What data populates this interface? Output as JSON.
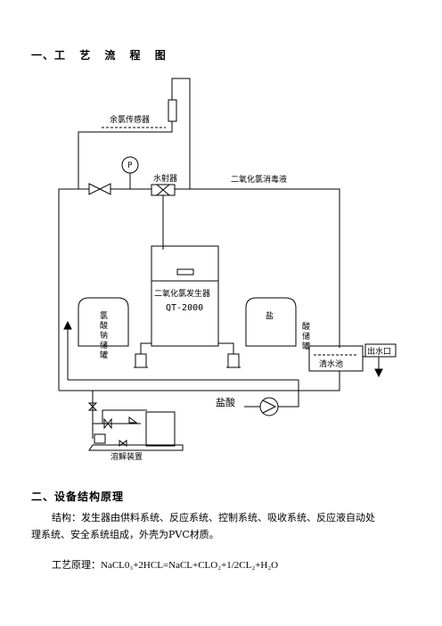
{
  "section1": {
    "title_prefix": "一、",
    "title_text": "工 艺 流 程 图"
  },
  "diagram": {
    "labels": {
      "residual_chlorine_sensor": "余氯传感器",
      "pressure_gauge": "P",
      "water_ejector": "水射器",
      "disinfectant_liquid": "二氧化氯消毒液",
      "generator_name": "二氧化氯发生器",
      "generator_model": "QT-2000",
      "chlorate_tank": [
        "氯",
        "酸",
        "钠",
        "储",
        "罐"
      ],
      "acid_tank_top": "盐",
      "acid_tank_side": [
        "酸",
        "储",
        "罐"
      ],
      "clear_water_pool": "清水池",
      "water_outlet": "出水口",
      "hydrochloric_acid": "盐酸",
      "dissolving_device": "溶解装置"
    }
  },
  "section2": {
    "title": "二、设备结构原理",
    "structure_line1": "结构：发生器由供料系统、反应系统、控制系统、吸收系统、反应液自动处",
    "structure_line2": "理系统、安全系统组成，外壳为PVC材质。",
    "principle_label": "工艺原理：",
    "principle_formula": "NaCL0₃+2HCL=NaCL+CLO₂+1/2CL₂+H₂O"
  }
}
